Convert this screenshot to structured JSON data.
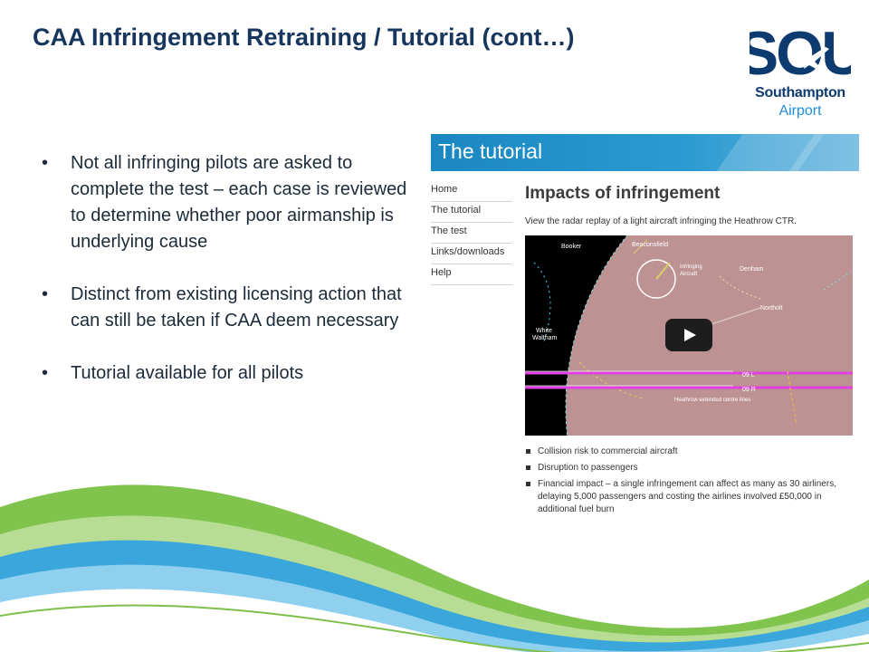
{
  "slide": {
    "title": "CAA Infringement Retraining / Tutorial (cont…)",
    "bullets": [
      "Not all infringing pilots are asked to complete the test – each case is reviewed to determine whether poor airmanship is underlying cause",
      "Distinct from existing licensing action that can still be taken if CAA deem necessary",
      "Tutorial available for all pilots"
    ],
    "bullet_char": "•"
  },
  "logo": {
    "letters": "SOU",
    "name": "Southampton",
    "sub": "Airport",
    "colors": {
      "navy": "#0d3b70",
      "blue": "#1f8ed8"
    }
  },
  "tutorial": {
    "banner": "The tutorial",
    "nav": [
      "Home",
      "The tutorial",
      "The test",
      "Links/downloads",
      "Help"
    ],
    "heading": "Impacts of infringement",
    "intro": "View the radar replay of a light aircraft infringing the Heathrow CTR.",
    "impacts": [
      "Collision risk to commercial aircraft",
      "Disruption to passengers",
      "Financial impact – a single infringement can affect as many as 30 airliners, delaying 5,000 passengers and costing the airlines involved £50,000 in additional fuel burn"
    ]
  },
  "video": {
    "labels": {
      "booker": "Booker",
      "beaconsfield": "Beaconsfield",
      "infringing": "Infringing",
      "aircraft": "Aircraft",
      "denham": "Denham",
      "northolt": "Northolt",
      "white": "White",
      "waltham": "Waltham",
      "runway_left": "09 L",
      "runway_right": "09 R",
      "centrelines": "Heathrow extended centre lines"
    },
    "play_icon": "play-icon"
  },
  "colors": {
    "title": "#17365d",
    "banner": "#1b87c1",
    "radar_fill": "#c79a9a",
    "runway": "#e040e0",
    "wave_green": "#6fb23a",
    "wave_blue": "#36a4d8"
  }
}
